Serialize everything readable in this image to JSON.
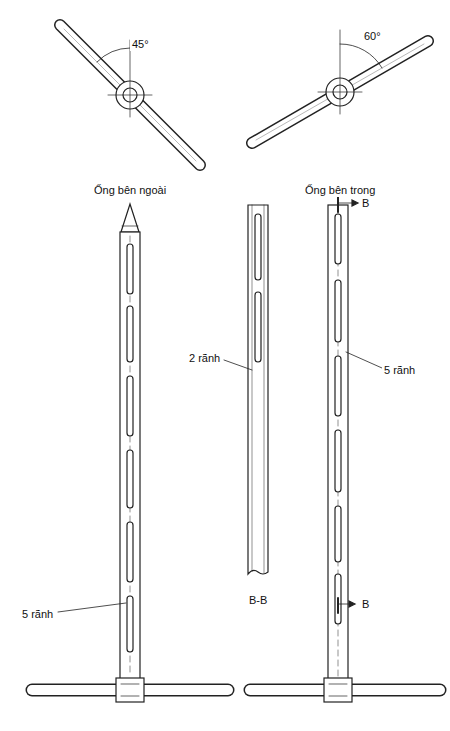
{
  "diagram": {
    "labels": [
      "45°",
      "60°",
      "Ống bên ngoài",
      "Ống bên trong",
      "B",
      "2 rãnh",
      "5 rãnh",
      "B-B",
      "B",
      "5 rãnh"
    ]
  }
}
